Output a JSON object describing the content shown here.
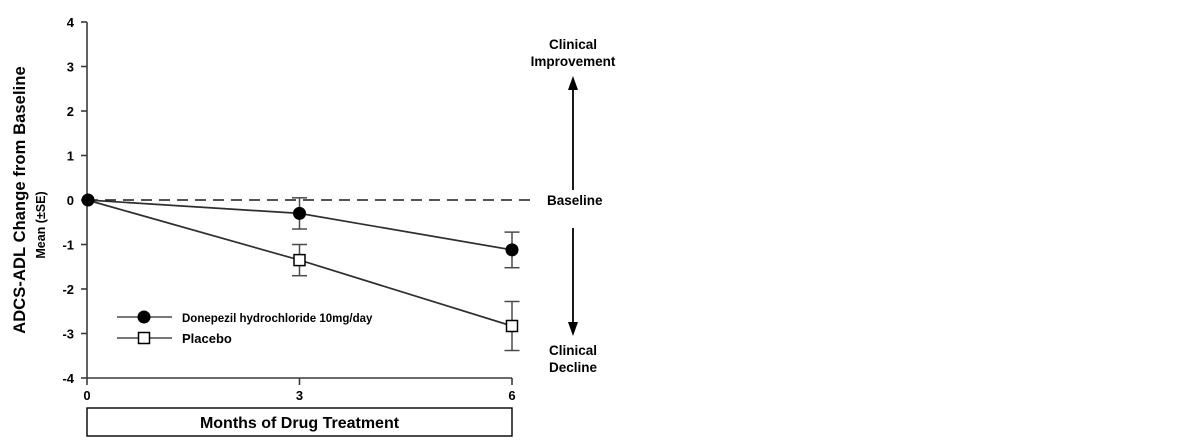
{
  "chart_data": {
    "type": "line",
    "title": "",
    "subtitle": "",
    "xlabel": "Months of Drug Treatment",
    "ylabel": "ADCS-ADL Change from Baseline",
    "ylabel_line2": "Mean (±SE)",
    "x": [
      0,
      3,
      6
    ],
    "xticklabels": [
      "0",
      "3",
      "6"
    ],
    "xlim": [
      0,
      6
    ],
    "ylim": [
      -4,
      4
    ],
    "yticks": [
      4,
      3,
      2,
      1,
      0,
      -1,
      -2,
      -3,
      -4
    ],
    "yticklabels": [
      "4",
      "3",
      "2",
      "1",
      "0",
      "-1",
      "-2",
      "-3",
      "-4"
    ],
    "grid": false,
    "legend_position": "lower-left-inside",
    "series": [
      {
        "name": "Donepezil hydrochloride 10mg/day",
        "marker": "filled-circle",
        "values": [
          0.0,
          -0.3,
          -1.12
        ],
        "errors": [
          0.0,
          0.35,
          0.4
        ]
      },
      {
        "name": "Placebo",
        "marker": "open-square",
        "values": [
          0.0,
          -1.35,
          -2.83
        ],
        "errors": [
          0.0,
          0.35,
          0.55
        ]
      }
    ],
    "reference_line": {
      "label": "Baseline",
      "value": 0,
      "style": "dashed"
    },
    "annotations": [
      {
        "label_line1": "Clinical",
        "label_line2": "Improvement",
        "direction": "up"
      },
      {
        "label_line1": "Clinical",
        "label_line2": "Decline",
        "direction": "down"
      }
    ]
  },
  "colors": {
    "background": "#ffffff",
    "axis": "#3a3a3a",
    "line": "#2f2f2f",
    "marker_fill": "#000000",
    "marker_open_fill": "#ffffff",
    "text": "#000000"
  }
}
